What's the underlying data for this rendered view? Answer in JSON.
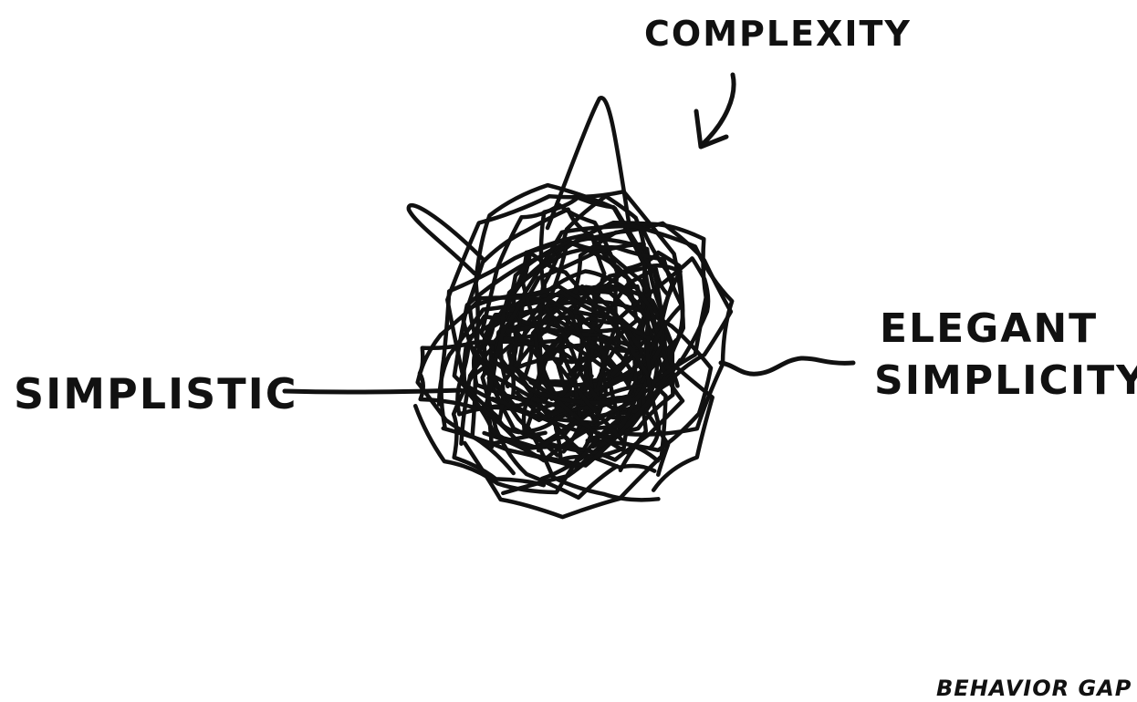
{
  "labels": {
    "complexity": "COMPLEXITY",
    "simplistic": "SIMPLISTIC",
    "elegant_line1": "ELEGANT",
    "elegant_line2": "SIMPLICITY",
    "brand": "BEHAVIOR GAP"
  },
  "colors": {
    "ink": "#111111",
    "background": "#ffffff"
  }
}
